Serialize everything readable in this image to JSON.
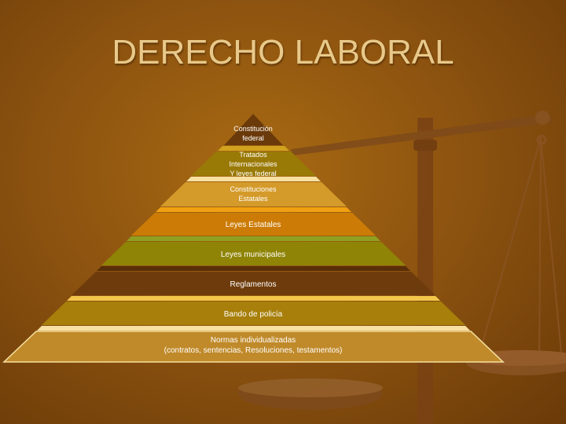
{
  "slide": {
    "title": "DERECHO LABORAL"
  },
  "pyramid": {
    "levels": [
      {
        "lines": [
          "Constitución",
          "federal"
        ],
        "color": "#6b3a0a"
      },
      {
        "lines": [
          "Tratados",
          "Internacionales",
          "Y leyes federal"
        ],
        "color": "#9a7a06"
      },
      {
        "lines": [
          "Constituciones",
          "Estatales"
        ],
        "color": "#d49a2a"
      },
      {
        "lines": [
          "Leyes Estatales"
        ],
        "color": "#cc7c06"
      },
      {
        "lines": [
          "Leyes municipales"
        ],
        "color": "#8f8406"
      },
      {
        "lines": [
          "Reglamentos"
        ],
        "color": "#6e3c0c"
      },
      {
        "lines": [
          "Bando de policía"
        ],
        "color": "#a77f0a"
      },
      {
        "lines": [
          "Normas individualizadas",
          "(contratos, sentencias, Resoluciones, testamentos)"
        ],
        "color": "#c08a2a"
      }
    ]
  },
  "colors": {
    "background": "#8e5410",
    "title": "#e8c98a",
    "band_light": "#f2c64a",
    "scale": "#8a5020"
  }
}
